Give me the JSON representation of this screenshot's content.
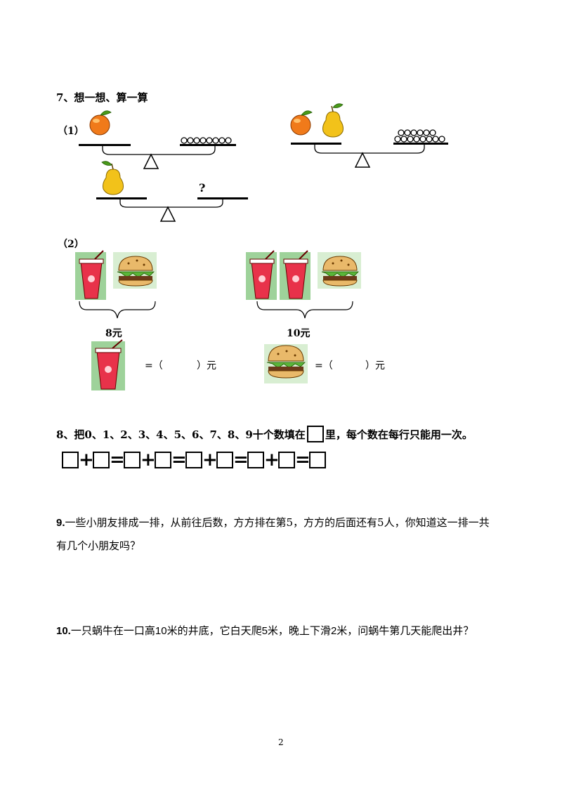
{
  "q7": {
    "title": "7、想一想、算一算",
    "part1_label": "（1）",
    "question_mark": "?",
    "part2_label": "（2）",
    "price1": "8元",
    "price2": "10元",
    "eq_left": "=（",
    "eq_right": "）元"
  },
  "q8": {
    "text_before": "8、把0、1、2、3、4、5、6、7、8、9十个数填在",
    "text_after": "里，每个数在每行只能用一次。",
    "plus": "+",
    "equals": "="
  },
  "q9": {
    "number": "9.",
    "line1": "一些小朋友排成一排，从前往后数，方方排在第5，方方的后面还有5人，你知道这一排一共",
    "line2": "有几个小朋友吗？"
  },
  "q10": {
    "number": "10.",
    "text_a": "一只蜗牛在一口高",
    "n1": "10",
    "text_b": "米的井底，它白天爬",
    "n2": "5",
    "text_c": "米，晚上下滑",
    "n3": "2",
    "text_d": "米，问蜗牛第几天能爬出井？"
  },
  "footer": {
    "page_number": "2"
  }
}
